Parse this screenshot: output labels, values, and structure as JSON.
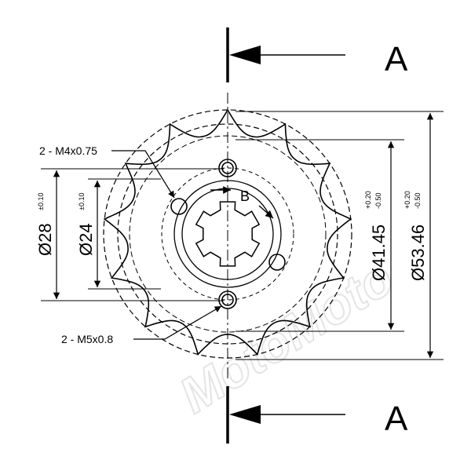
{
  "section": {
    "left_label": "A",
    "right_label": "A"
  },
  "view_label": "B",
  "callouts": {
    "top_holes": "2 - M4x0.75",
    "bottom_holes": "2 - M5x0.8"
  },
  "dimensions": {
    "d28": {
      "value": "Ø28",
      "tol": "±0.10"
    },
    "d24": {
      "value": "Ø24",
      "tol": "±0.10"
    },
    "d41": {
      "value": "Ø41.45",
      "tol_plus": "+0.20",
      "tol_minus": "-0.50"
    },
    "d53": {
      "value": "Ø53.46",
      "tol_plus": "+0.20",
      "tol_minus": "-0.50"
    }
  },
  "watermark": "MotoMoto",
  "sprocket": {
    "teeth": 13,
    "spline_count": 6
  }
}
